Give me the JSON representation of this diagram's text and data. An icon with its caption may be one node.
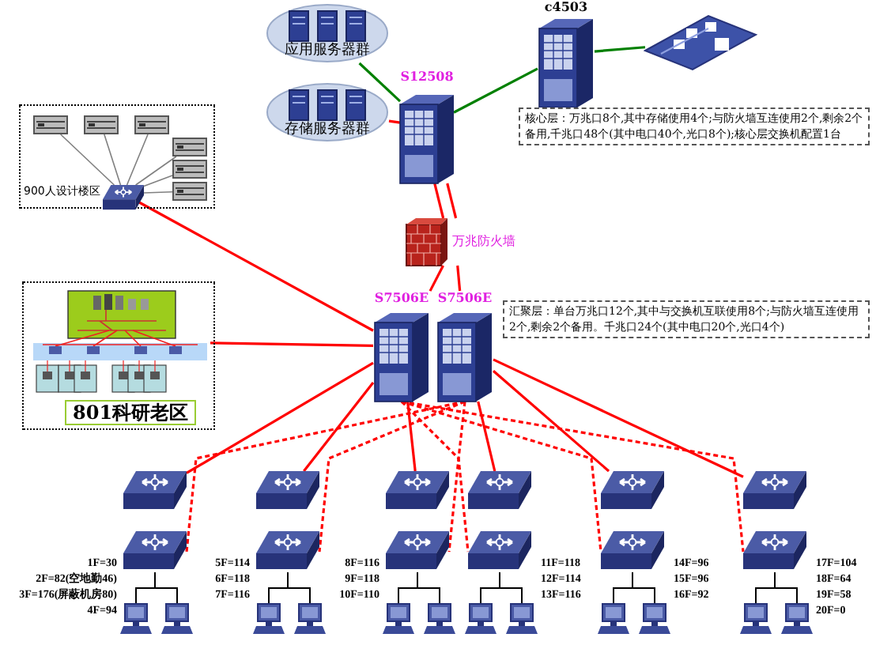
{
  "diagram": {
    "nodes": [
      {
        "text": [
          "应用服务器群"
        ]
      },
      {
        "text": [
          "存储服务器群"
        ]
      },
      {
        "text": [
          "S12508"
        ]
      },
      {
        "text": [
          "c4503"
        ]
      },
      {
        "text": [],
        "shape": "picture"
      },
      {
        "text": [
          "万兆防火墙"
        ]
      },
      {
        "text": [
          "S7506E"
        ]
      },
      {
        "text": [
          "S7506E"
        ]
      },
      {
        "text": [
          "900人设计楼区"
        ]
      },
      {
        "text": [],
        "shape": "picture",
        "in": 8
      },
      {
        "text": [],
        "shape": "picture",
        "in": 8
      },
      {
        "text": [],
        "shape": "picture",
        "in": 8
      },
      {
        "text": [],
        "shape": "picture",
        "in": 8
      },
      {
        "text": [],
        "shape": "picture",
        "in": 8
      },
      {
        "text": [],
        "shape": "picture",
        "in": 8
      },
      {
        "text": [],
        "shape": "picture",
        "in": 8
      },
      {
        "text": [
          "801科研老区"
        ]
      },
      {
        "text": [],
        "shape": "picture",
        "in": 16
      },
      {
        "text": [],
        "shape": "picture"
      },
      {
        "text": [],
        "shape": "picture"
      },
      {
        "text": [],
        "shape": "picture"
      },
      {
        "text": [],
        "shape": "picture"
      },
      {
        "text": [],
        "shape": "picture"
      },
      {
        "text": [],
        "shape": "picture"
      },
      {
        "text": [],
        "shape": "picture"
      },
      {
        "text": [],
        "shape": "picture"
      },
      {
        "text": [],
        "shape": "picture"
      },
      {
        "text": [],
        "shape": "picture"
      },
      {
        "text": [],
        "shape": "picture"
      },
      {
        "text": [],
        "shape": "picture"
      },
      {
        "text": [],
        "shape": "picture"
      },
      {
        "text": [],
        "shape": "picture"
      },
      {
        "text": [],
        "shape": "picture"
      },
      {
        "text": [],
        "shape": "picture"
      },
      {
        "text": [],
        "shape": "picture"
      },
      {
        "text": [],
        "shape": "picture"
      },
      {
        "text": [],
        "shape": "picture"
      },
      {
        "text": [],
        "shape": "picture"
      },
      {
        "text": [],
        "shape": "picture"
      },
      {
        "text": [],
        "shape": "picture"
      },
      {
        "text": [],
        "shape": "picture"
      },
      {
        "text": [],
        "shape": "picture"
      }
    ],
    "edges": [
      {
        "from": 0,
        "to": 2,
        "arrow": "none",
        "color": "#008000"
      },
      {
        "from": 1,
        "to": 2,
        "arrow": "none"
      },
      {
        "from": 2,
        "to": 5,
        "arrow": "none"
      },
      {
        "from": 2,
        "to": 5,
        "arrow": "none"
      },
      {
        "from": 2,
        "to": 3,
        "arrow": "none",
        "color": "#008000"
      },
      {
        "from": 3,
        "to": 4,
        "arrow": "none",
        "color": "#008000"
      },
      {
        "from": 5,
        "to": 6,
        "arrow": "none"
      },
      {
        "from": 5,
        "to": 7,
        "arrow": "none"
      },
      {
        "from": 9,
        "to": 6,
        "arrow": "none"
      },
      {
        "from": 17,
        "to": 6,
        "arrow": "none"
      },
      {
        "from": 9,
        "to": 10,
        "arrow": "none",
        "color": "#808080"
      },
      {
        "from": 9,
        "to": 11,
        "arrow": "none",
        "color": "#808080"
      },
      {
        "from": 9,
        "to": 12,
        "arrow": "none",
        "color": "#808080"
      },
      {
        "from": 9,
        "to": 13,
        "arrow": "none",
        "color": "#808080"
      },
      {
        "from": 9,
        "to": 14,
        "arrow": "none",
        "color": "#808080"
      },
      {
        "from": 9,
        "to": 15,
        "arrow": "none",
        "color": "#808080"
      },
      {
        "from": 6,
        "to": 18,
        "arrow": "none"
      },
      {
        "from": 6,
        "to": 20,
        "arrow": "none"
      },
      {
        "from": 6,
        "to": 22,
        "arrow": "none"
      },
      {
        "from": 7,
        "to": 24,
        "arrow": "none"
      },
      {
        "from": 7,
        "to": 26,
        "arrow": "none"
      },
      {
        "from": 7,
        "to": 28,
        "arrow": "none"
      },
      {
        "from": 7,
        "to": 19,
        "arrow": "none",
        "style": "dashed"
      },
      {
        "from": 7,
        "to": 21,
        "arrow": "none",
        "style": "dashed"
      },
      {
        "from": 7,
        "to": 23,
        "arrow": "none",
        "style": "dashed"
      },
      {
        "from": 6,
        "to": 25,
        "arrow": "none",
        "style": "dashed"
      },
      {
        "from": 6,
        "to": 27,
        "arrow": "none",
        "style": "dashed"
      },
      {
        "from": 6,
        "to": 29,
        "arrow": "none",
        "style": "dashed"
      },
      {
        "from": 19,
        "to": 30,
        "arrow": "none",
        "color": "#000000"
      },
      {
        "from": 19,
        "to": 31,
        "arrow": "none",
        "color": "#000000"
      },
      {
        "from": 21,
        "to": 32,
        "arrow": "none",
        "color": "#000000"
      },
      {
        "from": 21,
        "to": 33,
        "arrow": "none",
        "color": "#000000"
      },
      {
        "from": 23,
        "to": 34,
        "arrow": "none",
        "color": "#000000"
      },
      {
        "from": 23,
        "to": 35,
        "arrow": "none",
        "color": "#000000"
      },
      {
        "from": 25,
        "to": 36,
        "arrow": "none",
        "color": "#000000"
      },
      {
        "from": 25,
        "to": 37,
        "arrow": "none",
        "color": "#000000"
      },
      {
        "from": 27,
        "to": 38,
        "arrow": "none",
        "color": "#000000"
      },
      {
        "from": 27,
        "to": 39,
        "arrow": "none",
        "color": "#000000"
      },
      {
        "from": 29,
        "to": 40,
        "arrow": "none",
        "color": "#000000"
      },
      {
        "from": 29,
        "to": 41,
        "arrow": "none",
        "color": "#000000"
      }
    ],
    "labels": [
      "核心层：万兆口8个,其中存储使用4个;与防火墙互连使用2个,剩余2个备用,千兆口48个(其中电口40个,光口8个);核心层交换机配置1台",
      "汇聚层：单台万兆口12个,其中与交换机互联使用8个;与防火墙互连使用2个,剩余2个备用。千兆口24个(其中电口20个,光口4个)",
      "1F=30",
      "2F=82(空地勤46)",
      "3F=176(屏蔽机房80)",
      "4F=94",
      "5F=114",
      "6F=118",
      "7F=116",
      "8F=116",
      "9F=118",
      "10F=110",
      "11F=118",
      "12F=114",
      "13F=116",
      "14F=96",
      "15F=96",
      "16F=92",
      "17F=104",
      "18F=64",
      "19F=58",
      "20F=0"
    ]
  }
}
